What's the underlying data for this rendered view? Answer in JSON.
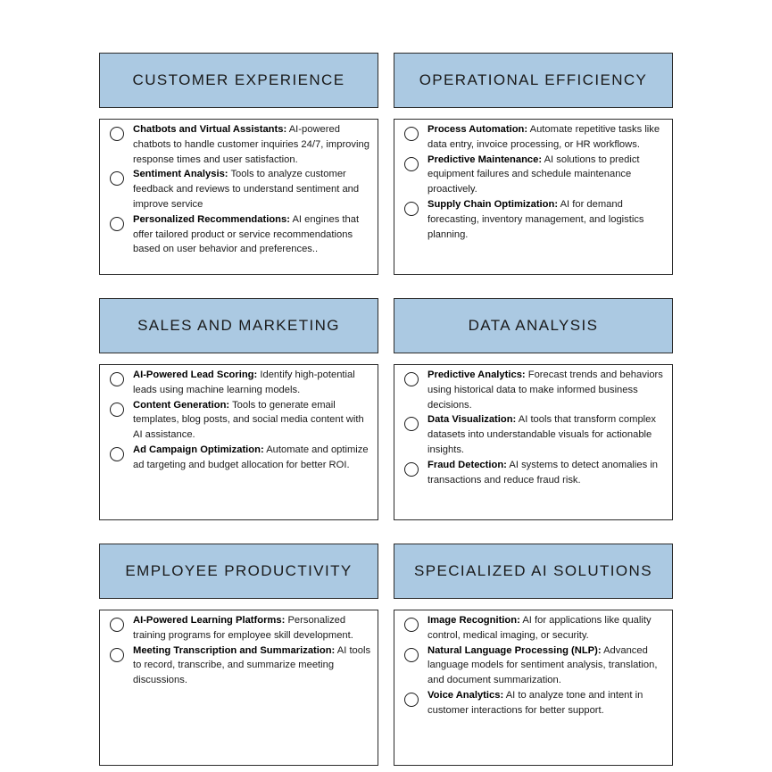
{
  "sections": [
    {
      "title": "CUSTOMER EXPERIENCE",
      "items": [
        {
          "label": "Chatbots and Virtual Assistants:",
          "desc": "AI-powered chatbots to handle customer inquiries 24/7, improving response times and user satisfaction."
        },
        {
          "label": "Sentiment Analysis:",
          "desc": "Tools to analyze customer feedback and reviews to understand sentiment and improve service"
        },
        {
          "label": "Personalized Recommendations:",
          "desc": "AI engines that offer tailored product or service recommendations based on user behavior and preferences.."
        }
      ]
    },
    {
      "title": "OPERATIONAL EFFICIENCY",
      "items": [
        {
          "label": "Process Automation:",
          "desc": "Automate repetitive tasks like data entry, invoice processing, or HR workflows."
        },
        {
          "label": "Predictive Maintenance:",
          "desc": "AI solutions to predict equipment failures and schedule maintenance proactively."
        },
        {
          "label": "Supply Chain Optimization:",
          "desc": "AI for demand forecasting, inventory management, and logistics planning."
        }
      ]
    },
    {
      "title": "SALES AND MARKETING",
      "items": [
        {
          "label": "AI-Powered Lead Scoring:",
          "desc": "Identify high-potential leads using machine learning models."
        },
        {
          "label": "Content Generation:",
          "desc": "Tools to generate email templates, blog posts, and social media content with AI assistance."
        },
        {
          "label": "Ad Campaign Optimization:",
          "desc": "Automate and optimize ad targeting and budget allocation for better ROI."
        }
      ]
    },
    {
      "title": "DATA ANALYSIS",
      "items": [
        {
          "label": "Predictive Analytics:",
          "desc": "Forecast trends and behaviors using historical data to make informed business decisions."
        },
        {
          "label": "Data Visualization:",
          "desc": "AI tools that transform complex datasets into understandable visuals for actionable insights."
        },
        {
          "label": "Fraud Detection:",
          "desc": "AI systems to detect anomalies in transactions and reduce fraud risk."
        }
      ]
    },
    {
      "title": "EMPLOYEE PRODUCTIVITY",
      "items": [
        {
          "label": "AI-Powered Learning Platforms:",
          "desc": "Personalized training programs for employee skill development."
        },
        {
          "label": "Meeting Transcription and Summarization:",
          "desc": "AI tools to record, transcribe, and summarize meeting discussions."
        }
      ]
    },
    {
      "title": "SPECIALIZED AI SOLUTIONS",
      "items": [
        {
          "label": "Image Recognition:",
          "desc": "AI for applications like quality control, medical imaging, or security."
        },
        {
          "label": "Natural Language Processing (NLP):",
          "desc": "Advanced language models for sentiment analysis, translation, and document summarization."
        },
        {
          "label": "Voice Analytics:",
          "desc": "AI to analyze tone and intent in customer interactions for better support."
        }
      ]
    }
  ]
}
